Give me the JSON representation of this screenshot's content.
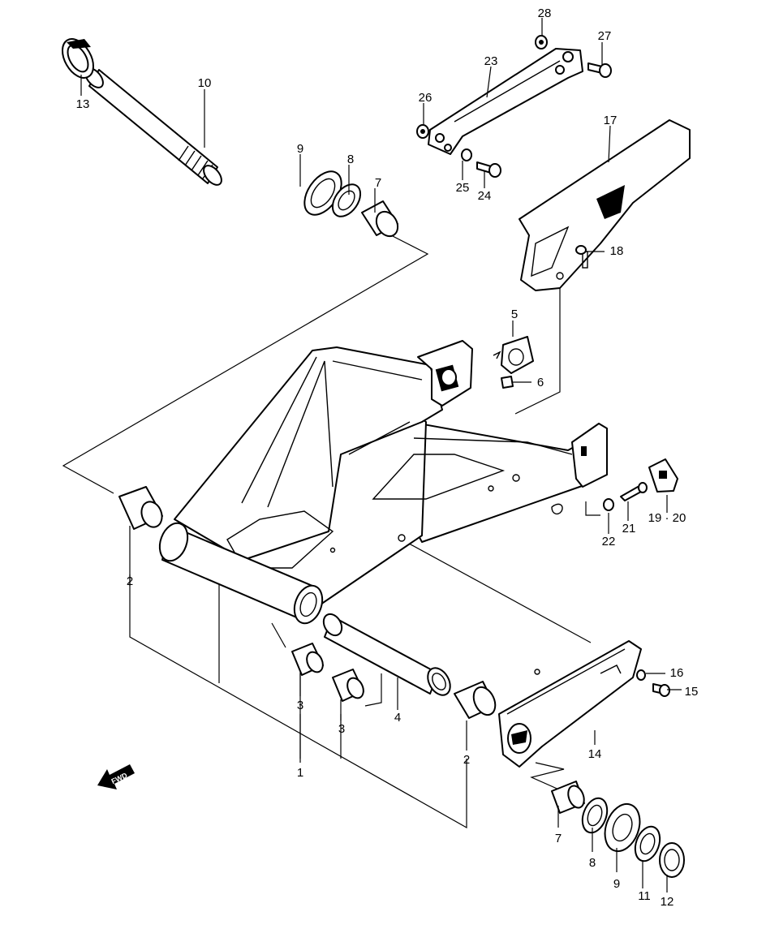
{
  "callouts": {
    "c1": "1",
    "c2a": "2",
    "c2b": "2",
    "c3a": "3",
    "c3b": "3",
    "c4": "4",
    "c5": "5",
    "c6": "6",
    "c7a": "7",
    "c7b": "7",
    "c8a": "8",
    "c8b": "8",
    "c9a": "9",
    "c9b": "9",
    "c10": "10",
    "c11": "11",
    "c12": "12",
    "c13": "13",
    "c14": "14",
    "c15": "15",
    "c16": "16",
    "c17": "17",
    "c18": "18",
    "c19_20": "19 · 20",
    "c21": "21",
    "c22": "22",
    "c23": "23",
    "c24": "24",
    "c25": "25",
    "c26": "26",
    "c27": "27",
    "c28": "28"
  },
  "direction_marker": {
    "text": "FWD",
    "icon": "fwd-arrow-icon"
  }
}
